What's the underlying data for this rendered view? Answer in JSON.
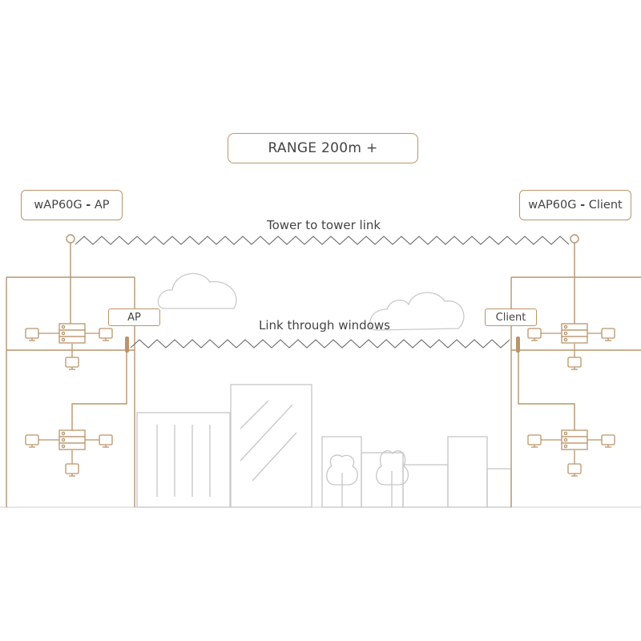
{
  "range_label": "RANGE 200m +",
  "left_device": {
    "name": "wAP60G",
    "sep": "-",
    "role": "AP"
  },
  "right_device": {
    "name": "wAP60G",
    "sep": "-",
    "role": "Client"
  },
  "tower_link_label": "Tower to tower link",
  "window_link_label": "Link through windows",
  "ap_tag": "AP",
  "client_tag": "Client",
  "colors": {
    "accent": "#b9956a",
    "line": "#c4c4c4",
    "text": "#444444"
  }
}
